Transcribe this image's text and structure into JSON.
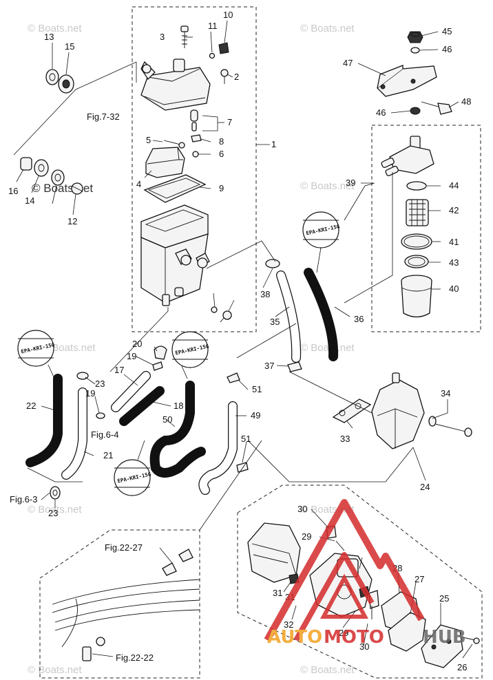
{
  "watermark": "© Boats.net",
  "brand": {
    "part1": "AUTO",
    "part2": "MOTO",
    "part3": "HUB"
  },
  "epa_tag": "EPA-KRI-15G",
  "refs": {
    "fig_7_32": "Fig.7-32",
    "fig_6_4": "Fig.6-4",
    "fig_6_3": "Fig.6-3",
    "fig_22_27": "Fig.22-27",
    "fig_22_22": "Fig.22-22"
  },
  "callouts": [
    "1",
    "2",
    "3",
    "4",
    "5",
    "6",
    "7",
    "8",
    "9",
    "10",
    "11",
    "12",
    "13",
    "14",
    "15",
    "16",
    "17",
    "18",
    "19",
    "20",
    "21",
    "22",
    "23",
    "24",
    "25",
    "26",
    "27",
    "28",
    "29",
    "30",
    "31",
    "32",
    "33",
    "34",
    "35",
    "36",
    "37",
    "38",
    "39",
    "40",
    "41",
    "42",
    "43",
    "44",
    "45",
    "46",
    "47",
    "48",
    "49",
    "50",
    "51"
  ],
  "colors": {
    "brand_red": "#d42b2b",
    "brand_orange": "#f3a01f",
    "brand_gray": "#666666"
  }
}
